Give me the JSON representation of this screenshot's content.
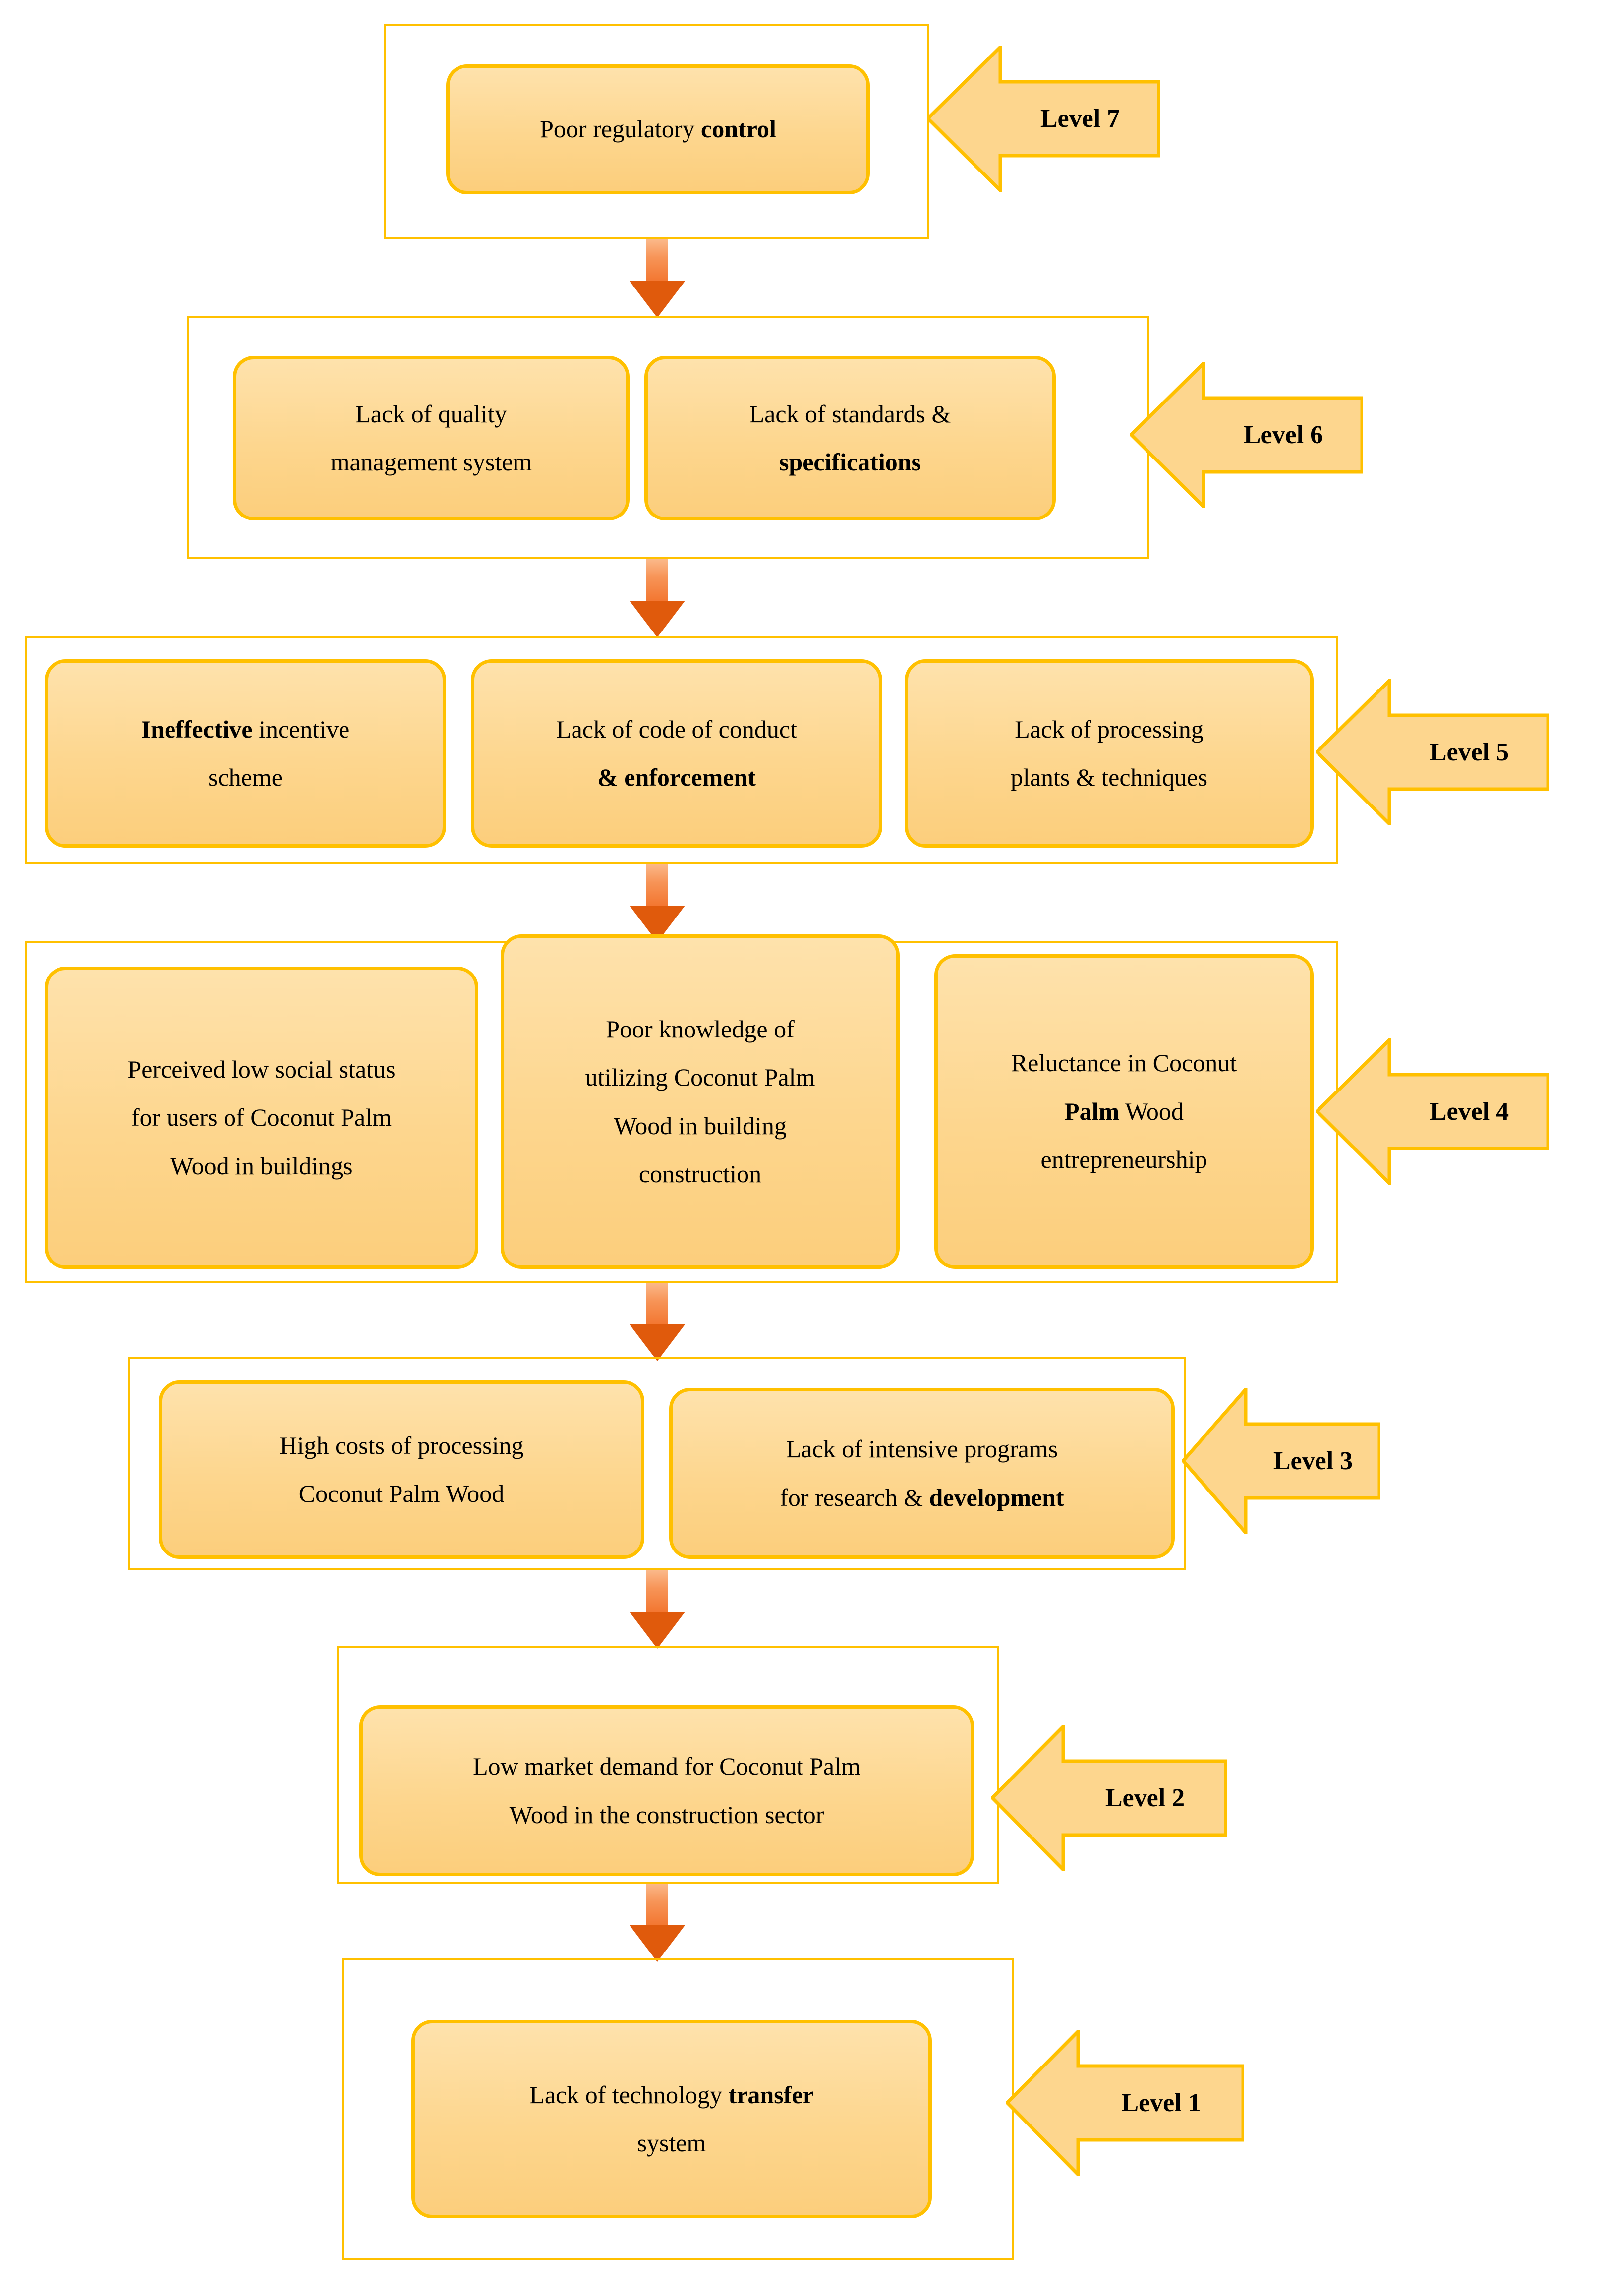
{
  "diagram": {
    "type": "hierarchy",
    "title_shown": false,
    "colors": {
      "box_border": "#FFC000",
      "box_fill_top": "#FEE2AC",
      "box_fill_bottom": "#FCCE7C",
      "container_border": "#FFC000",
      "flow_arrow_top": "#FBB98A",
      "flow_arrow_bottom": "#E05A0C",
      "text": "#000000"
    },
    "levels": [
      {
        "tag": "Level 7",
        "boxes": [
          {
            "lines": [
              {
                "text": "Poor regulatory ",
                "bold": false
              },
              {
                "text": "control",
                "bold": true
              }
            ]
          }
        ]
      },
      {
        "tag": "Level 6",
        "boxes": [
          {
            "lines": [
              {
                "text": "Lack of quality",
                "bold": false
              },
              {
                "text": "management system",
                "bold": false
              }
            ]
          },
          {
            "lines": [
              {
                "text": "Lack of standards &",
                "bold": false
              },
              {
                "text": "specifications",
                "bold": true
              }
            ]
          }
        ]
      },
      {
        "tag": "Level 5",
        "boxes": [
          {
            "lines": [
              {
                "text": "Ineffective",
                "bold": true
              },
              {
                "text": " incentive",
                "bold": false
              },
              {
                "text": "scheme",
                "bold": false
              }
            ]
          },
          {
            "lines": [
              {
                "text": "Lack of code of conduct",
                "bold": false
              },
              {
                "text": "& enforcement",
                "bold": true
              }
            ]
          },
          {
            "lines": [
              {
                "text": "Lack of processing",
                "bold": false
              },
              {
                "text": "plants & techniques",
                "bold": false
              }
            ]
          }
        ]
      },
      {
        "tag": "Level 4",
        "boxes": [
          {
            "lines": [
              {
                "text": "Perceived low social status",
                "bold": false
              },
              {
                "text": "for users of Coconut Palm",
                "bold": false
              },
              {
                "text": "Wood in buildings",
                "bold": false
              }
            ]
          },
          {
            "lines": [
              {
                "text": "Poor knowledge of",
                "bold": false
              },
              {
                "text": "utilizing Coconut Palm",
                "bold": false
              },
              {
                "text": "Wood in building",
                "bold": false
              },
              {
                "text": "construction",
                "bold": false
              }
            ]
          },
          {
            "lines": [
              {
                "text": "Reluctance in Coconut",
                "bold": false
              },
              {
                "text": "Palm",
                "bold": true
              },
              {
                "text": " Wood",
                "bold": false
              },
              {
                "text": "entrepreneurship",
                "bold": false
              }
            ]
          }
        ]
      },
      {
        "tag": "Level 3",
        "boxes": [
          {
            "lines": [
              {
                "text": "High costs of processing",
                "bold": false
              },
              {
                "text": "Coconut Palm Wood",
                "bold": false
              }
            ]
          },
          {
            "lines": [
              {
                "text": "Lack of intensive programs",
                "bold": false
              },
              {
                "text": "for research & ",
                "bold": false
              },
              {
                "text": "development",
                "bold": true
              }
            ]
          }
        ]
      },
      {
        "tag": "Level 2",
        "boxes": [
          {
            "lines": [
              {
                "text": "Low market demand for Coconut Palm",
                "bold": false
              },
              {
                "text": "Wood in the construction sector",
                "bold": false
              }
            ]
          }
        ]
      },
      {
        "tag": "Level 1",
        "boxes": [
          {
            "lines": [
              {
                "text": "Lack of technology ",
                "bold": false
              },
              {
                "text": "transfer",
                "bold": true
              },
              {
                "text": "system",
                "bold": false
              }
            ]
          }
        ]
      }
    ],
    "box_text": {
      "l7_b1_line1": "Poor regulatory ",
      "l7_b1_line1_bold": "control",
      "l6_b1_line1": "Lack of quality",
      "l6_b1_line2": "management system",
      "l6_b2_line1": "Lack of standards &",
      "l6_b2_line2_bold": "specifications",
      "l5_b1_line1_bold": "Ineffective",
      "l5_b1_line1_rest": " incentive",
      "l5_b1_line2": "scheme",
      "l5_b2_line1": "Lack of code of conduct",
      "l5_b2_line2_bold": "& enforcement",
      "l5_b3_line1": "Lack of processing",
      "l5_b3_line2": "plants & techniques",
      "l4_b1_line1": "Perceived low social status",
      "l4_b1_line2": "for users of Coconut Palm",
      "l4_b1_line3": "Wood in buildings",
      "l4_b2_line1": "Poor knowledge of",
      "l4_b2_line2": "utilizing Coconut Palm",
      "l4_b2_line3": "Wood in building",
      "l4_b2_line4": "construction",
      "l4_b3_line1": "Reluctance in Coconut",
      "l4_b3_line2_bold": "Palm",
      "l4_b3_line2_rest": " Wood",
      "l4_b3_line3": "entrepreneurship",
      "l3_b1_line1": "High costs of processing",
      "l3_b1_line2": "Coconut Palm Wood",
      "l3_b2_line1": "Lack of intensive programs",
      "l3_b2_line2_rest": "for research & ",
      "l3_b2_line2_bold": "development",
      "l2_b1_line1": "Low market demand for Coconut Palm",
      "l2_b1_line2": "Wood in the construction sector",
      "l1_b1_line1": "Lack of technology ",
      "l1_b1_line1_bold": "transfer",
      "l1_b1_line2": "system"
    },
    "tags": {
      "level7": "Level 7",
      "level6": "Level 6",
      "level5": "Level 5",
      "level4": "Level 4",
      "level3": "Level 3",
      "level2": "Level 2",
      "level1": "Level 1"
    }
  }
}
